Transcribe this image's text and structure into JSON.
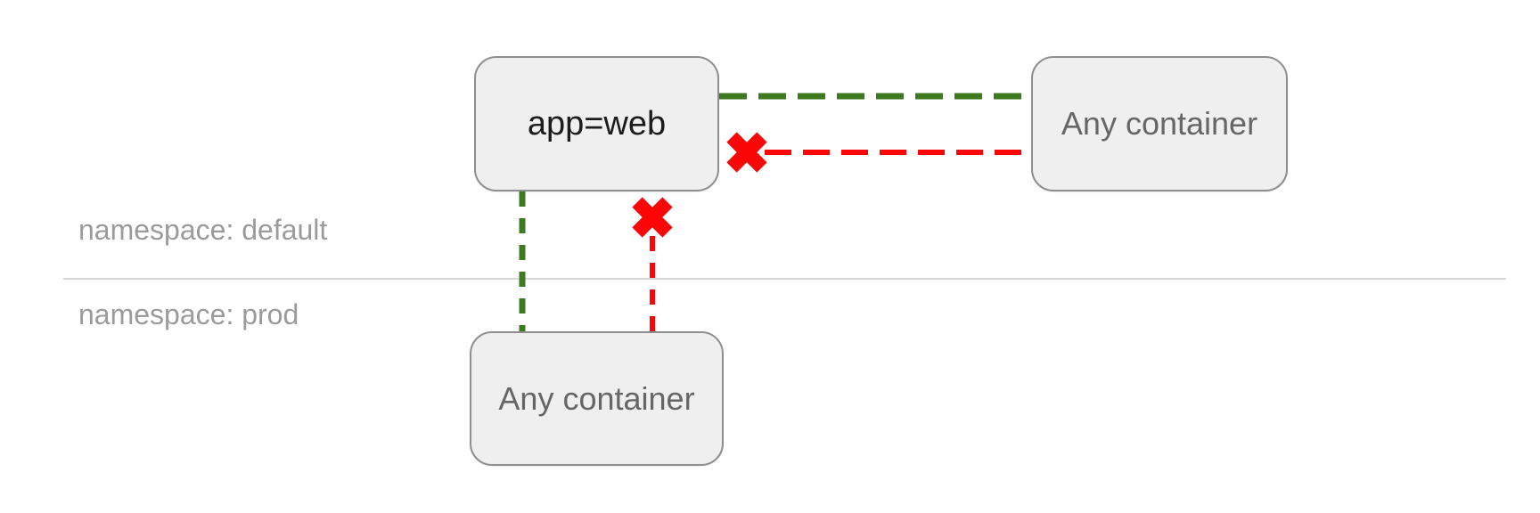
{
  "diagram": {
    "type": "network-policy-diagram",
    "namespace_lanes": [
      {
        "label": "namespace: default"
      },
      {
        "label": "namespace: prod"
      }
    ],
    "nodes": {
      "app_web": {
        "label": "app=web",
        "namespace": "default"
      },
      "any_container_default": {
        "label": "Any container",
        "namespace": "default"
      },
      "any_container_prod": {
        "label": "Any container",
        "namespace": "prod"
      }
    },
    "edges": [
      {
        "from": "any_container_default",
        "to": "app_web",
        "status": "allowed",
        "style": "green-dashed"
      },
      {
        "from": "any_container_default",
        "to": "app_web",
        "status": "blocked",
        "style": "red-dashed-with-x"
      },
      {
        "from": "any_container_prod",
        "to": "app_web",
        "status": "allowed",
        "style": "green-dashed"
      },
      {
        "from": "any_container_prod",
        "to": "app_web",
        "status": "blocked",
        "style": "red-dashed-with-x"
      }
    ],
    "colors": {
      "allowed_green": "#3e7a20",
      "blocked_red": "#fa0606",
      "node_fill": "#efefef",
      "node_border": "#8e8e8e",
      "divider_gray": "#d8d8d8",
      "node_text_dark": "#1c1c1c",
      "node_text_gray": "#666666",
      "namespace_text_gray": "#9b9b9b"
    }
  }
}
